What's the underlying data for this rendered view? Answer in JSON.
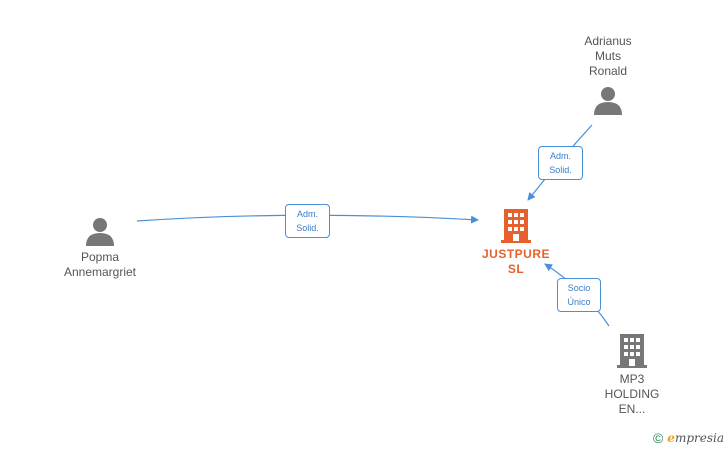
{
  "nodes": {
    "adrianus": {
      "line1": "Adrianus",
      "line2": "Muts",
      "line3": "Ronald"
    },
    "popma": {
      "line1": "Popma",
      "line2": "Annemargriet"
    },
    "justpure": {
      "line1": "JUSTPURE",
      "line2": "SL"
    },
    "mp3": {
      "line1": "MP3",
      "line2": "HOLDING",
      "line3": "EN..."
    }
  },
  "relations": {
    "popma_to_justpure": {
      "line1": "Adm.",
      "line2": "Solid."
    },
    "adrianus_to_justpure": {
      "line1": "Adm.",
      "line2": "Solid."
    },
    "mp3_to_justpure": {
      "line1": "Socio",
      "line2": "Único"
    }
  },
  "footer": {
    "copyright": "©",
    "brand_initial": "e",
    "brand_rest": "mpresia"
  },
  "colors": {
    "edge": "#4a90d9",
    "person": "#777777",
    "company_center": "#e8612c",
    "company": "#777777"
  }
}
